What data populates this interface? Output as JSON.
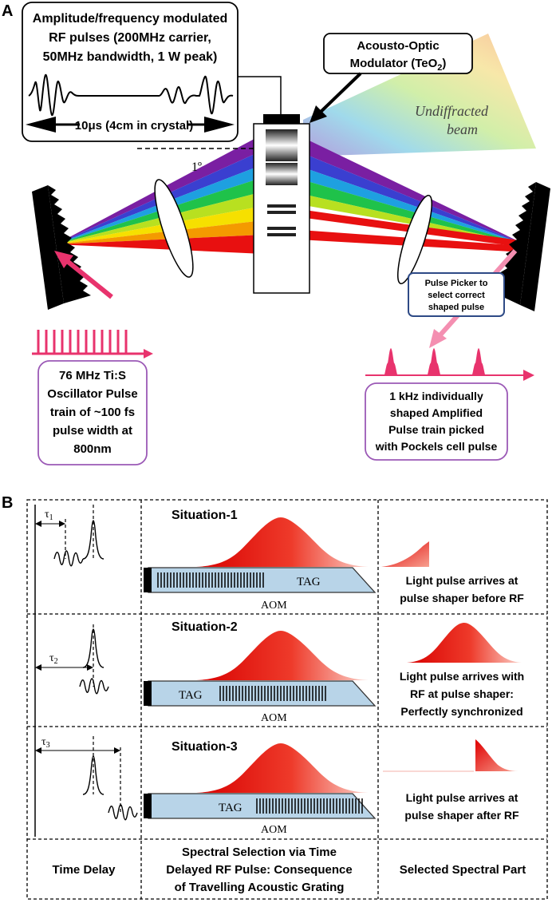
{
  "panel_a": {
    "label": "A",
    "rf_box": {
      "line1": "Amplitude/frequency modulated",
      "line2": "RF pulses (200MHz carrier,",
      "line3": "50MHz bandwidth, 1 W peak)",
      "duration_label": "10μs (4cm in crystal)"
    },
    "aom_box": {
      "line1": "Acousto-Optic",
      "line2": "Modulator (TeO",
      "line2_sub": "2",
      "line2_end": ")"
    },
    "undiffracted": {
      "line1": "Undiffracted",
      "line2": "beam"
    },
    "angle_label": "1º",
    "picker_box": {
      "line1": "Pulse Picker to",
      "line2": "select correct",
      "line3": "shaped pulse"
    },
    "osc_box": {
      "line1": "76 MHz Ti:S",
      "line2": "Oscillator Pulse",
      "line3": "train of ~100 fs",
      "line4": "pulse width at",
      "line5": "800nm"
    },
    "amp_box": {
      "line1": "1 kHz individually",
      "line2": "shaped Amplified",
      "line3": "Pulse train picked",
      "line4": "with Pockels cell pulse"
    },
    "colors": {
      "pink": "#e8336d",
      "red": "#e01010",
      "box_purple": "#9b59b6",
      "box_blue": "#2e4a86",
      "aom_fill": "#b8d4e8"
    }
  },
  "panel_b": {
    "label": "B",
    "situations": [
      {
        "title": "Situation-1",
        "tau": "τ",
        "tau_sub": "1",
        "tag": "TAG",
        "aom": "AOM",
        "desc1": "Light pulse arrives at",
        "desc2": "pulse shaper before RF"
      },
      {
        "title": "Situation-2",
        "tau": "τ",
        "tau_sub": "2",
        "tag": "TAG",
        "aom": "AOM",
        "desc1": "Light pulse arrives with",
        "desc2": "RF at pulse shaper:",
        "desc3": "Perfectly synchronized"
      },
      {
        "title": "Situation-3",
        "tau": "τ",
        "tau_sub": "3",
        "tag": "TAG",
        "aom": "AOM",
        "desc1": "Light pulse arrives at",
        "desc2": "pulse shaper after RF"
      }
    ],
    "footer": {
      "col1": "Time Delay",
      "col2_line1": "Spectral Selection via Time",
      "col2_line2": "Delayed RF Pulse: Consequence",
      "col2_line3": "of Travelling Acoustic Grating",
      "col3": "Selected Spectral Part"
    }
  }
}
